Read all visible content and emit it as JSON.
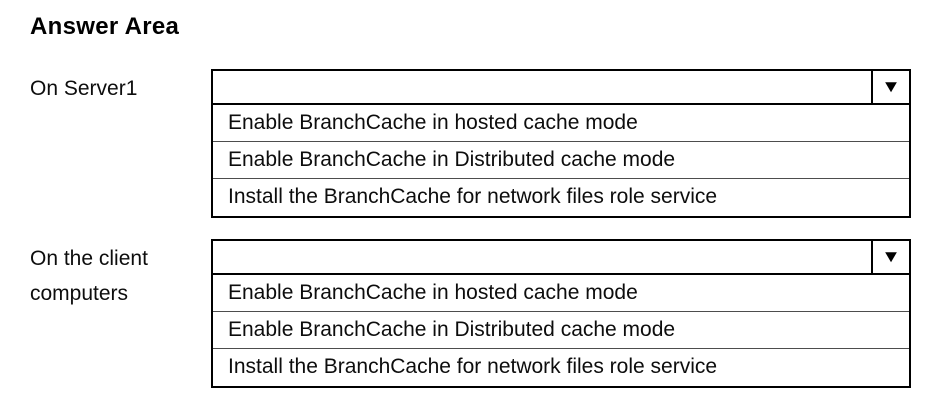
{
  "page": {
    "heading": "Answer Area"
  },
  "icons": {
    "dropdown_arrow": "▼"
  },
  "colors": {
    "background": "#ffffff",
    "border": "#000000",
    "option_divider": "#4d4d4d",
    "text": "#000000"
  },
  "groups": [
    {
      "label": "On Server1",
      "dropdown": {
        "selected_value": ""
      },
      "options": [
        "Enable BranchCache in hosted cache mode",
        "Enable BranchCache in Distributed cache mode",
        "Install the BranchCache for network files role service"
      ]
    },
    {
      "label": "On the client computers",
      "dropdown": {
        "selected_value": ""
      },
      "options": [
        "Enable BranchCache in hosted cache mode",
        "Enable BranchCache in Distributed cache mode",
        "Install the BranchCache for network files role service"
      ]
    }
  ]
}
